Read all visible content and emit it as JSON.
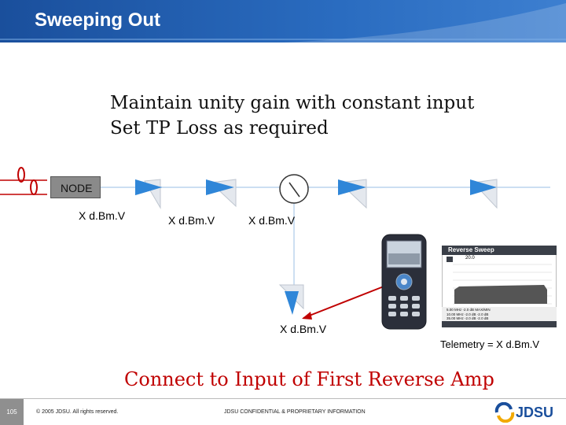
{
  "header": {
    "title": "Sweeping Out"
  },
  "subtitle": {
    "line1": "Maintain unity gain with constant input",
    "line2": "Set TP Loss as required"
  },
  "diagram": {
    "node_label": "NODE",
    "level_labels": [
      "X d.Bm.V",
      "X d.Bm.V",
      "X d.Bm.V",
      "X d.Bm.V"
    ],
    "telemetry": "Telemetry = X d.Bm.V"
  },
  "callout": "Connect to Input of First Reverse Amp",
  "screen": {
    "title": "Reverse Sweep",
    "value": "20.0",
    "rows": [
      [
        "5.00 MHz",
        "-2.0 dB",
        "MAX/MIN"
      ],
      [
        "10.00 MHz",
        "-2.0 dB",
        "-2.0 dB"
      ],
      [
        "35.00 MHz",
        "-2.0 dB",
        "-2.0 dB"
      ]
    ]
  },
  "footer": {
    "page": "105",
    "copyright": "© 2005 JDSU. All rights reserved.",
    "confidential": "JDSU CONFIDENTIAL & PROPRIETARY INFORMATION",
    "logo_text": "JDSU"
  },
  "colors": {
    "header": "#2a6cc0",
    "amp": "#2f86d8",
    "callout": "#c00000",
    "arrow": "#c00000"
  }
}
